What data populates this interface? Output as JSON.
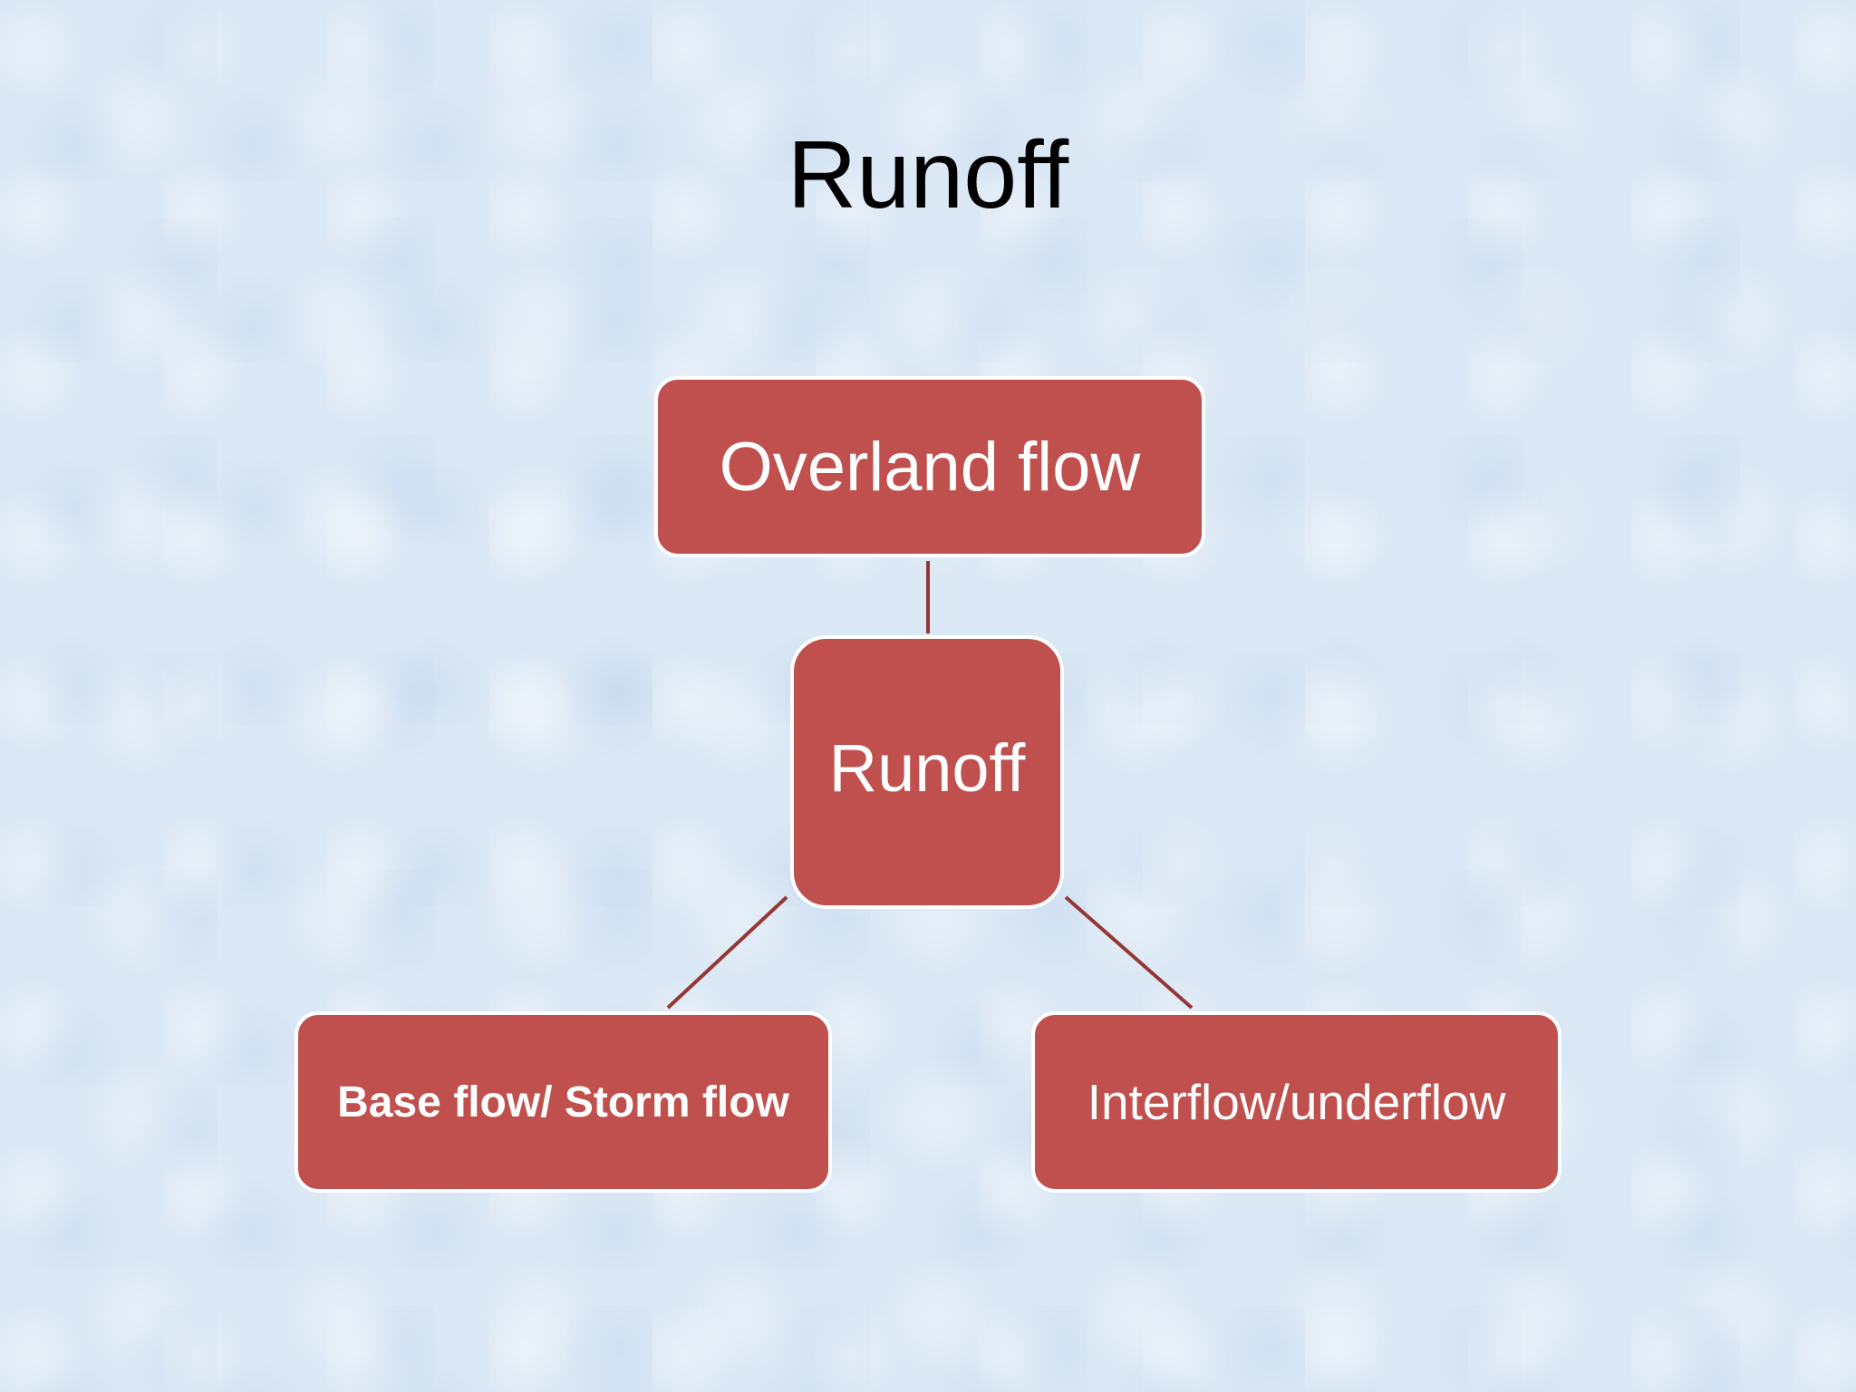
{
  "title": "Runoff",
  "diagram": {
    "center": {
      "label": "Runoff"
    },
    "top": {
      "label": "Overland flow"
    },
    "bottom_left": {
      "label": "Base flow/ Storm flow"
    },
    "bottom_right": {
      "label": "Interflow/underflow"
    }
  },
  "colors": {
    "node_fill": "#c0504d",
    "node_border": "#ffffff",
    "connector": "#943634",
    "background": "#dbe8f5"
  }
}
